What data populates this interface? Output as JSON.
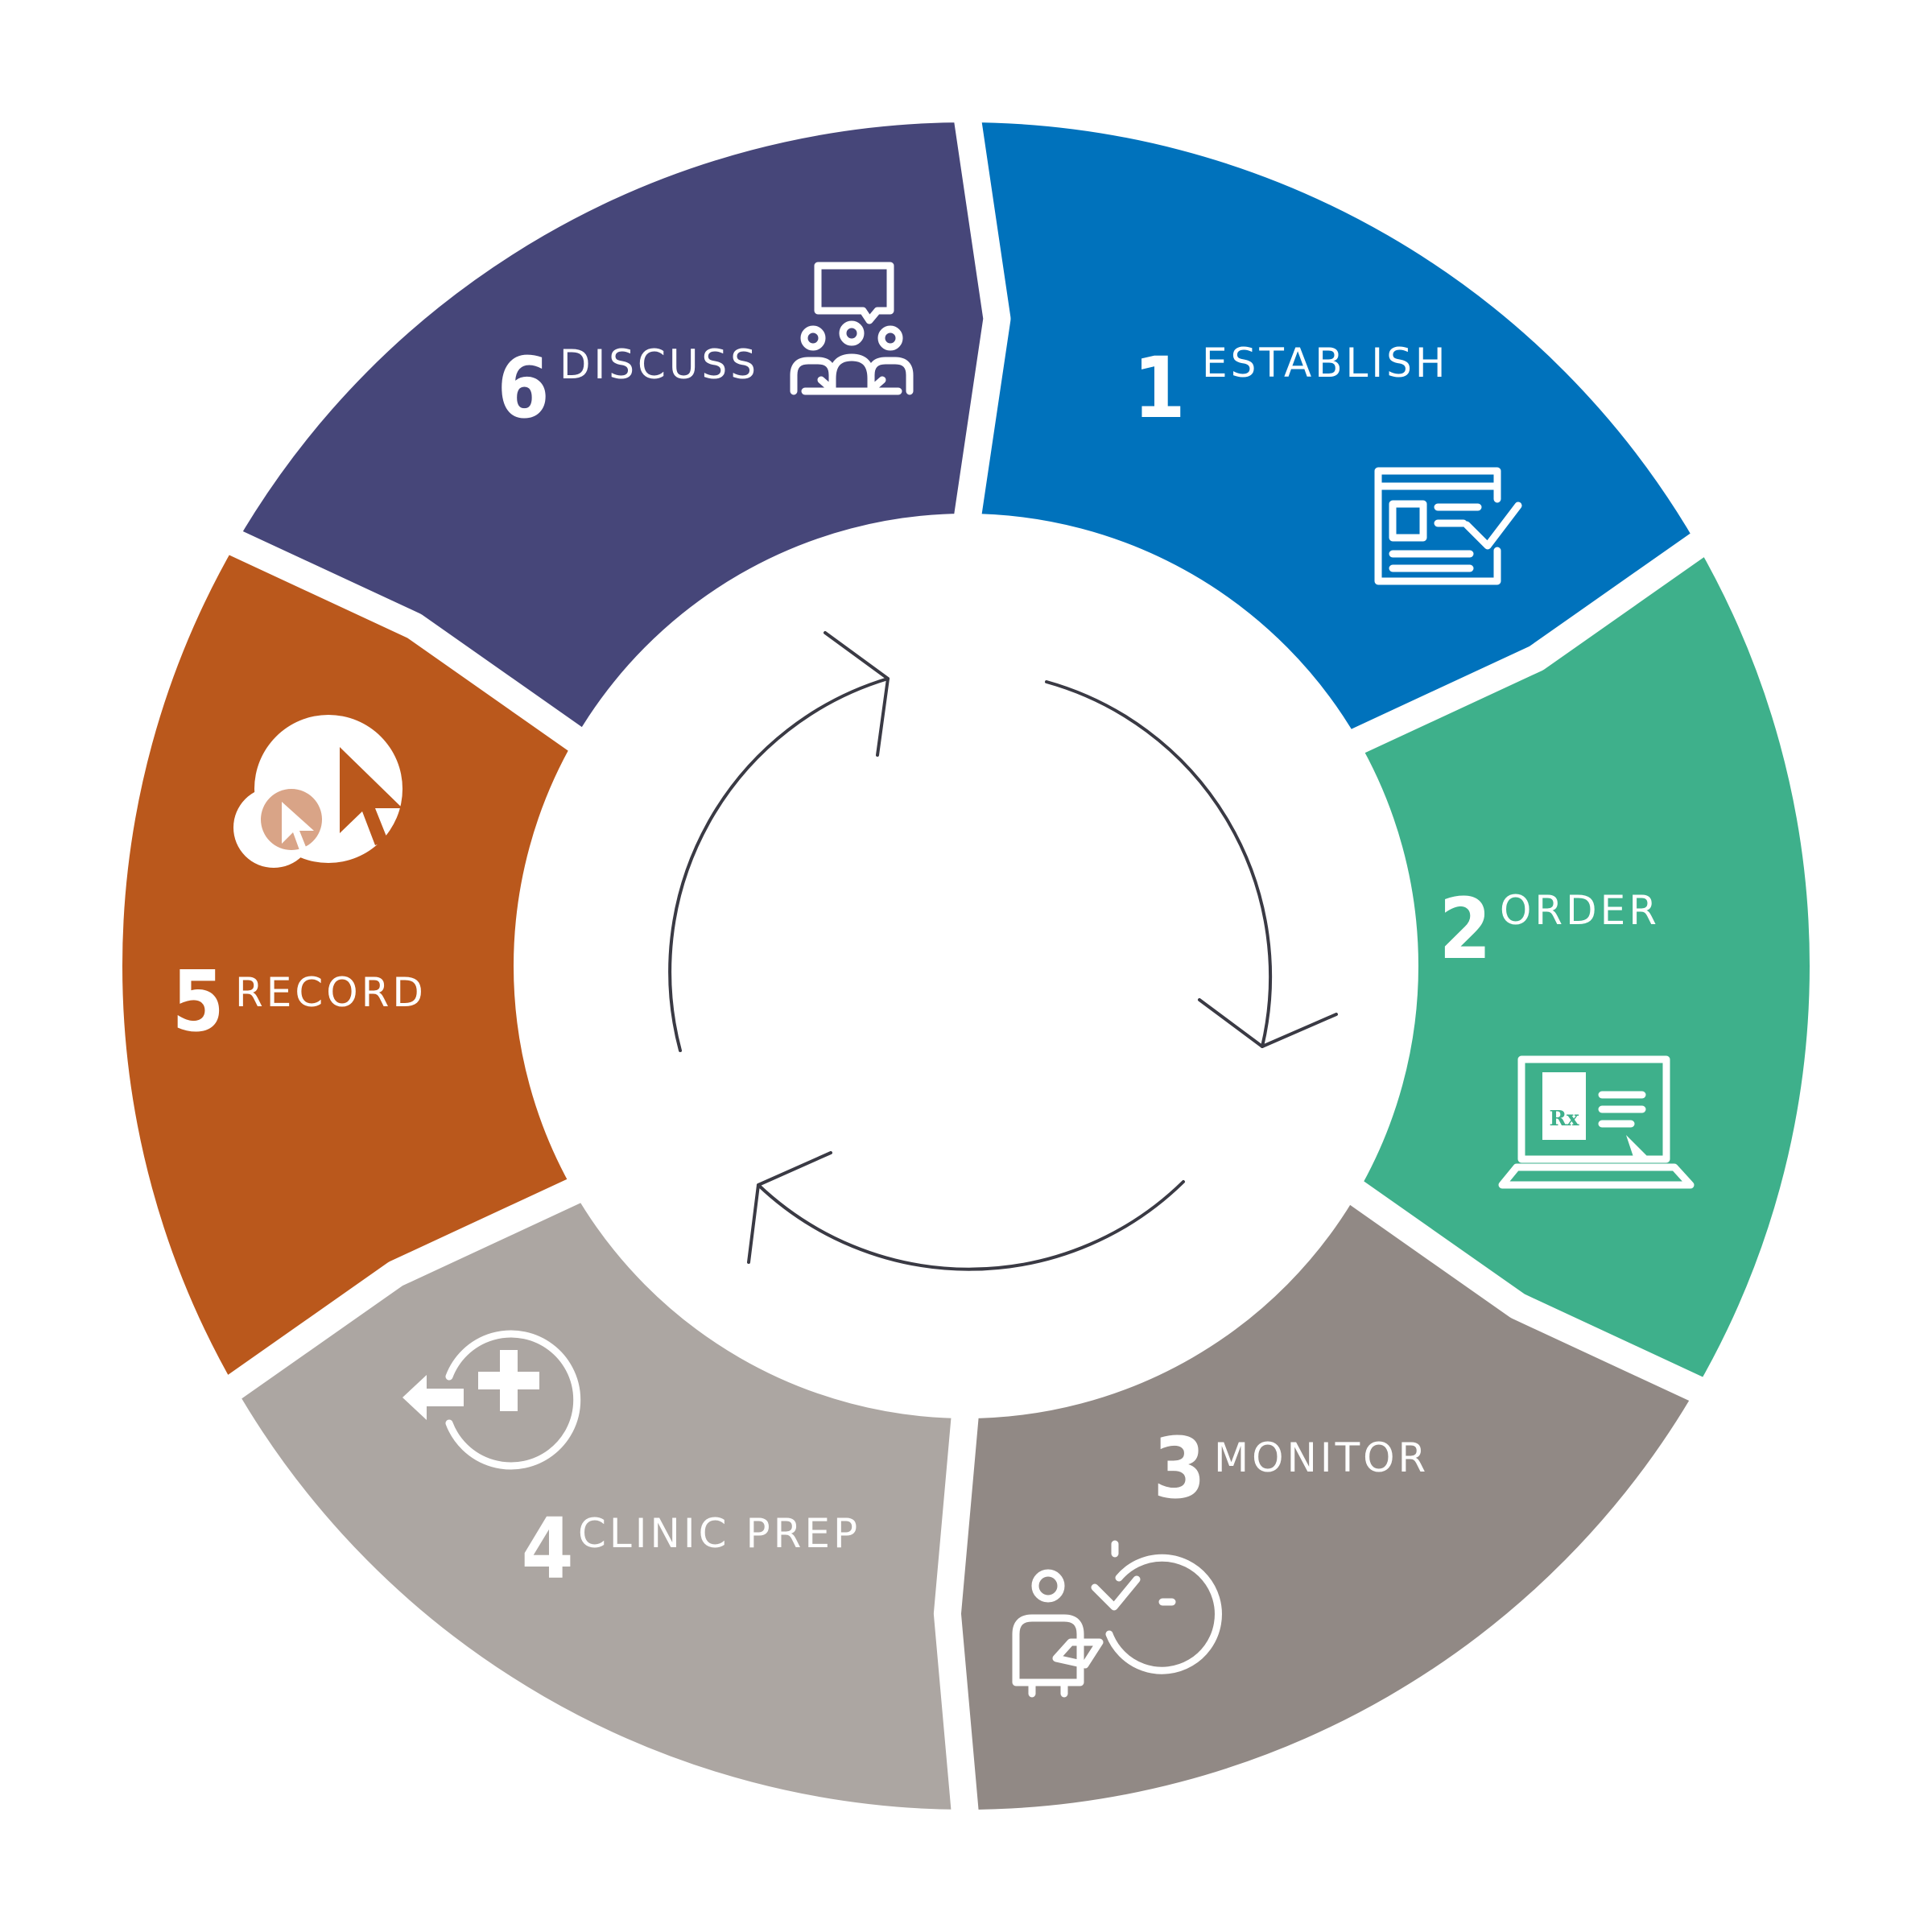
{
  "steps": [
    {
      "number": "1",
      "label": "ESTABLISH",
      "color": "#0072BC",
      "icon": "checklist-form-icon"
    },
    {
      "number": "2",
      "label": "ORDER",
      "color": "#3EB08B",
      "icon": "laptop-prescription-icon"
    },
    {
      "number": "3",
      "label": "MONITOR",
      "color": "#918985",
      "icon": "patient-clock-check-icon"
    },
    {
      "number": "4",
      "label": "CLINIC PREP",
      "color": "#ACA6A2",
      "icon": "clinic-return-plus-icon"
    },
    {
      "number": "5",
      "label": "RECORD",
      "color": "#BA581C",
      "icon": "cursor-click-icon"
    },
    {
      "number": "6",
      "label": "DISCUSS",
      "color": "#464679",
      "icon": "team-discussion-icon"
    }
  ],
  "center": {
    "icon": "cycle-arrows-icon",
    "arrow_color": "#3a3a44"
  }
}
